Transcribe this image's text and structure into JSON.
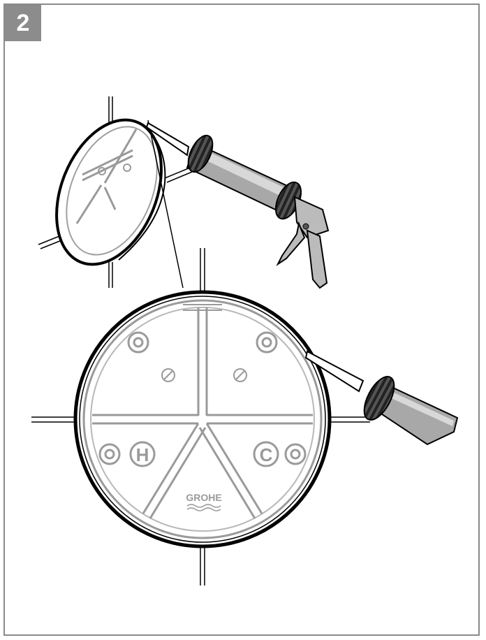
{
  "step": {
    "number": "2"
  },
  "labels": {
    "hot": "H",
    "cold": "C",
    "brand": "GROHE"
  },
  "colors": {
    "frame": "#8a8a8a",
    "badge": "#8c8c8c",
    "line": "#000000",
    "part_gray": "#9a9a9a",
    "light_gray": "#c8c8c8"
  }
}
